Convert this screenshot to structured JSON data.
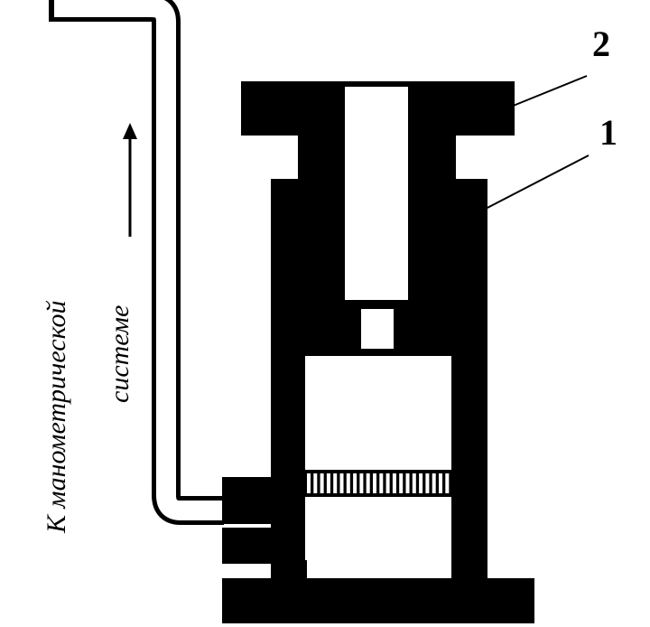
{
  "diagram": {
    "callouts": [
      {
        "number": "2"
      },
      {
        "number": "1"
      }
    ],
    "side_label": {
      "line1": "К манометрической",
      "line2": "системе"
    }
  }
}
